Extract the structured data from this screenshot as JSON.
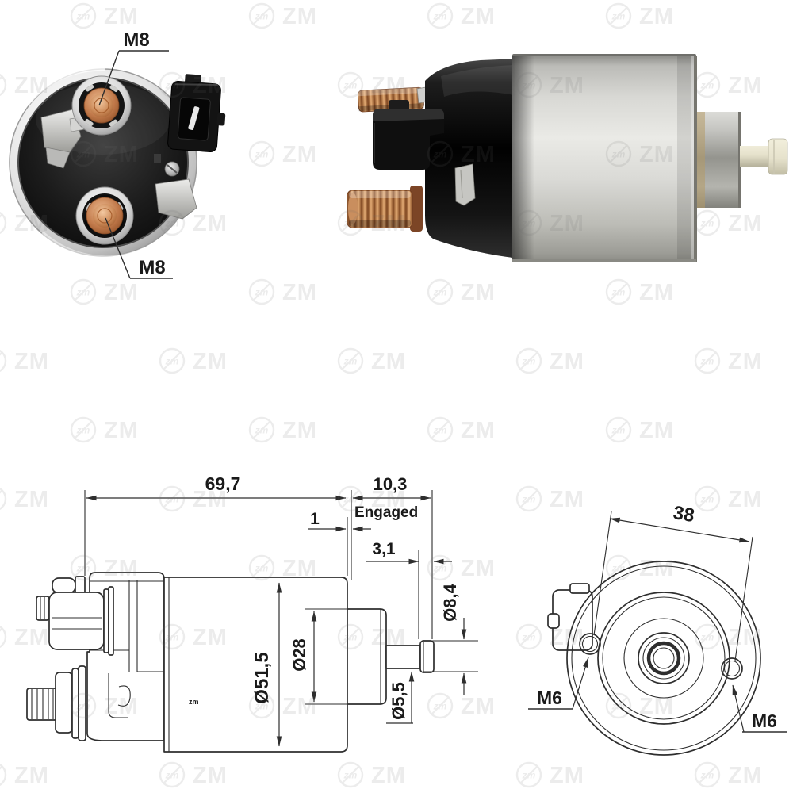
{
  "image": {
    "description": "starter solenoid product photos with technical dimension drawings"
  },
  "colors": {
    "drawing_line": "#2e2e2e",
    "copper": "#c08654",
    "steel": "#d6d6d2",
    "plastic_black": "#141414",
    "plunger_tip_ivory": "#e9e5cf"
  },
  "watermark": {
    "logo_text": "zm",
    "brand_text": "ZM"
  },
  "photo_end_view": {
    "label_top": "M8",
    "label_bottom": "M8"
  },
  "diagram_side": {
    "overall_length": "69,7",
    "plunger_travel": "10,3",
    "engaged_label": "Engaged",
    "rest_gap": "1",
    "tip_length": "3,1",
    "tip_diameter": "Ø8,4",
    "body_diameter": "Ø51,5",
    "boss_diameter": "Ø28",
    "rod_diameter": "Ø5,5",
    "stamp": "zm"
  },
  "diagram_front": {
    "hole_spacing": "38",
    "hole_left_label": "M6",
    "hole_right_label": "M6"
  }
}
